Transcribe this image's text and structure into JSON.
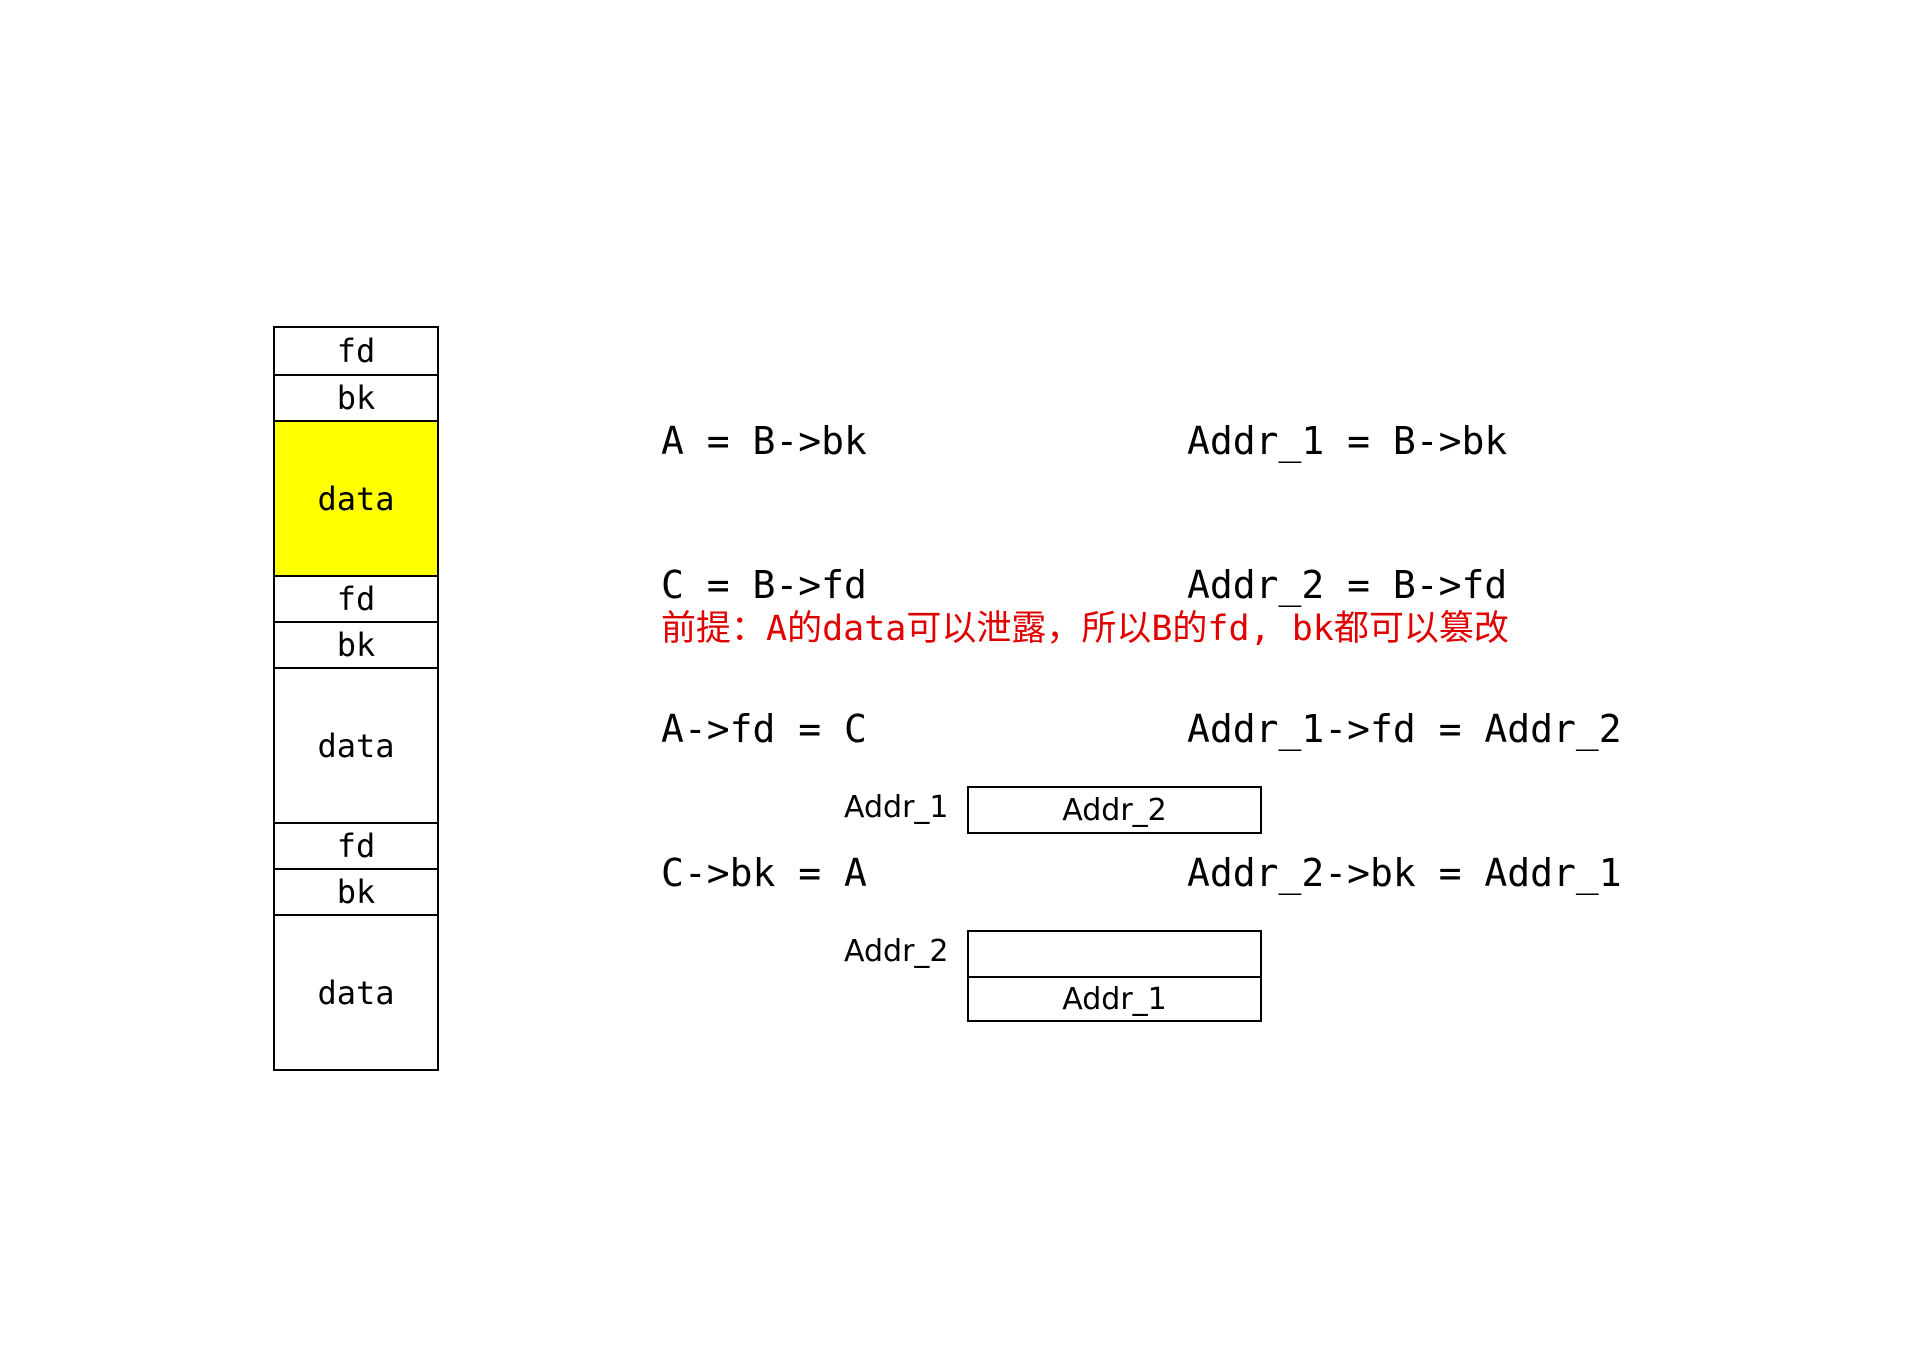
{
  "stack": {
    "cells": [
      {
        "label": "fd"
      },
      {
        "label": "bk"
      },
      {
        "label": "data"
      },
      {
        "label": "fd"
      },
      {
        "label": "bk"
      },
      {
        "label": "data"
      },
      {
        "label": "fd"
      },
      {
        "label": "bk"
      },
      {
        "label": "data"
      }
    ],
    "highlight_color": "#ffff00"
  },
  "code_left": [
    "A = B->bk",
    "C = B->fd",
    "A->fd = C",
    "C->bk = A"
  ],
  "code_right": [
    "Addr_1 = B->bk",
    "Addr_2 = B->fd",
    "Addr_1->fd = Addr_2",
    "Addr_2->bk = Addr_1"
  ],
  "note": {
    "text": "前提：A的data可以泄露，所以B的fd, bk都可以篡改",
    "color": "#e00000"
  },
  "memory": {
    "box1": {
      "label": "Addr_1",
      "cells": [
        "Addr_2"
      ]
    },
    "box2": {
      "label": "Addr_2",
      "cells": [
        "",
        "Addr_1"
      ]
    }
  }
}
